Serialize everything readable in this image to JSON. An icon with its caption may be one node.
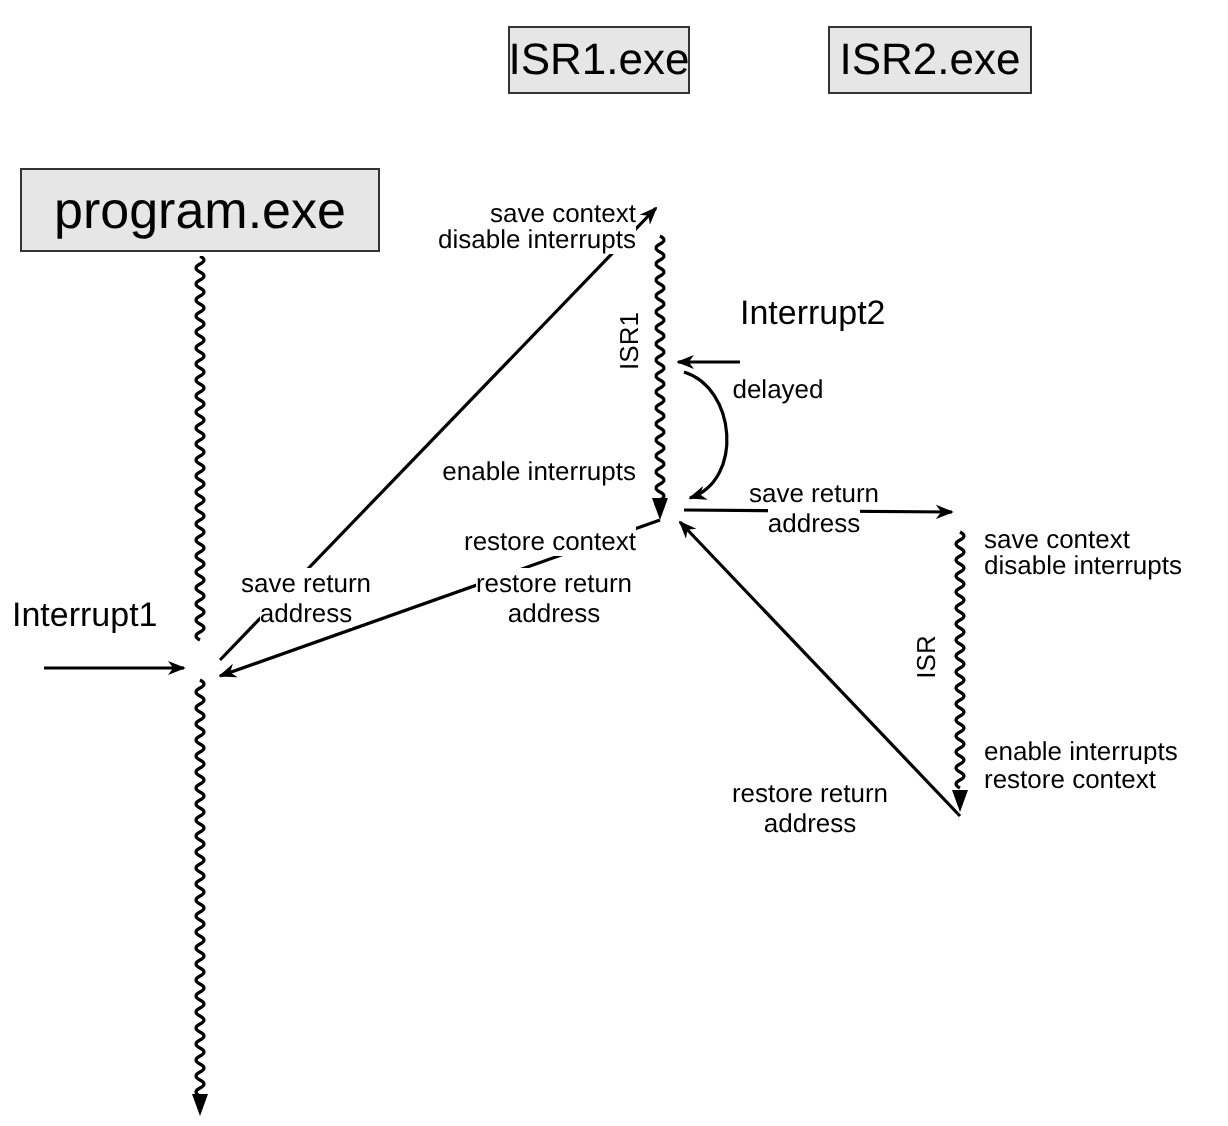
{
  "diagram": {
    "nodes": [
      {
        "text": [
          "program.exe"
        ]
      },
      {
        "text": [
          "ISR1.exe"
        ]
      },
      {
        "text": [
          "ISR2.exe"
        ]
      },
      {
        "text": [],
        "shape": "line"
      },
      {
        "text": [],
        "shape": "line",
        "beside": [
          "ISR1",
          "save context",
          "disable interrupts",
          "enable interrupts",
          "restore context"
        ]
      },
      {
        "text": [],
        "shape": "line",
        "beside": [
          "ISR",
          "save context",
          "disable interrupts",
          "enable interrupts",
          "restore context"
        ]
      },
      {
        "text": [
          "Interrupt1"
        ]
      },
      {
        "text": [
          "Interrupt2"
        ]
      }
    ],
    "edges": [
      {
        "from": 3,
        "to": 4,
        "arrow": "to",
        "label": "save return address"
      },
      {
        "from": 4,
        "to": 3,
        "arrow": "to",
        "label": "restore return address"
      },
      {
        "from": 4,
        "to": 5,
        "arrow": "to",
        "label": "save return address"
      },
      {
        "from": 5,
        "to": 4,
        "arrow": "to",
        "label": "restore return address"
      },
      {
        "from": 6,
        "to": 3,
        "arrow": "to"
      },
      {
        "from": 7,
        "to": 4,
        "arrow": "to"
      },
      {
        "from": 4,
        "to": 4,
        "arrow": "to",
        "label": "delayed"
      }
    ]
  }
}
